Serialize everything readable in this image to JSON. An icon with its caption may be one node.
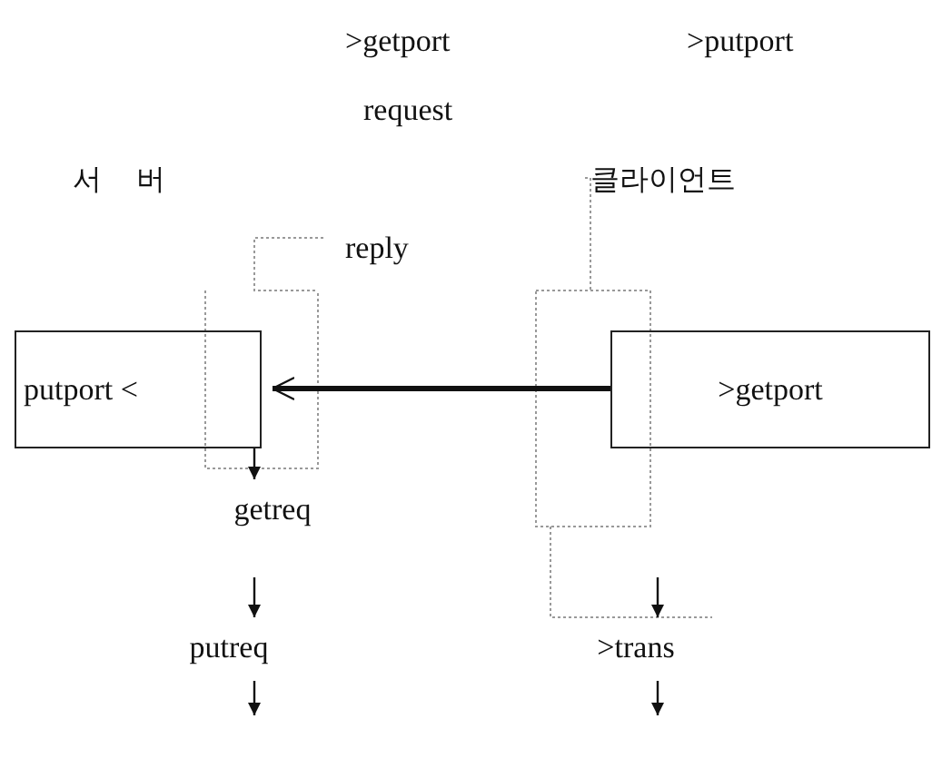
{
  "diagram": {
    "nodes": [
      {
        "text": [
          "putport <"
        ]
      },
      {
        "text": [
          ">getport"
        ]
      },
      {
        "text": [
          "getreq"
        ]
      },
      {
        "text": [
          "putreq"
        ]
      },
      {
        "text": [
          ">trans"
        ]
      }
    ],
    "edges": [
      {
        "from": 1,
        "to": 0,
        "arrow": "to",
        "style": "thick"
      },
      {
        "from": 0,
        "to": 2,
        "arrow": "to"
      },
      {
        "from": 2,
        "to": 3,
        "arrow": "to"
      },
      {
        "from": 3,
        "to": null,
        "arrow": "to"
      },
      {
        "from": null,
        "to": 4,
        "arrow": "to"
      },
      {
        "from": 4,
        "to": null,
        "arrow": "to"
      }
    ],
    "labels": [
      ">getport",
      ">putport",
      "request",
      "서 버",
      "클라이언트",
      "reply"
    ]
  }
}
